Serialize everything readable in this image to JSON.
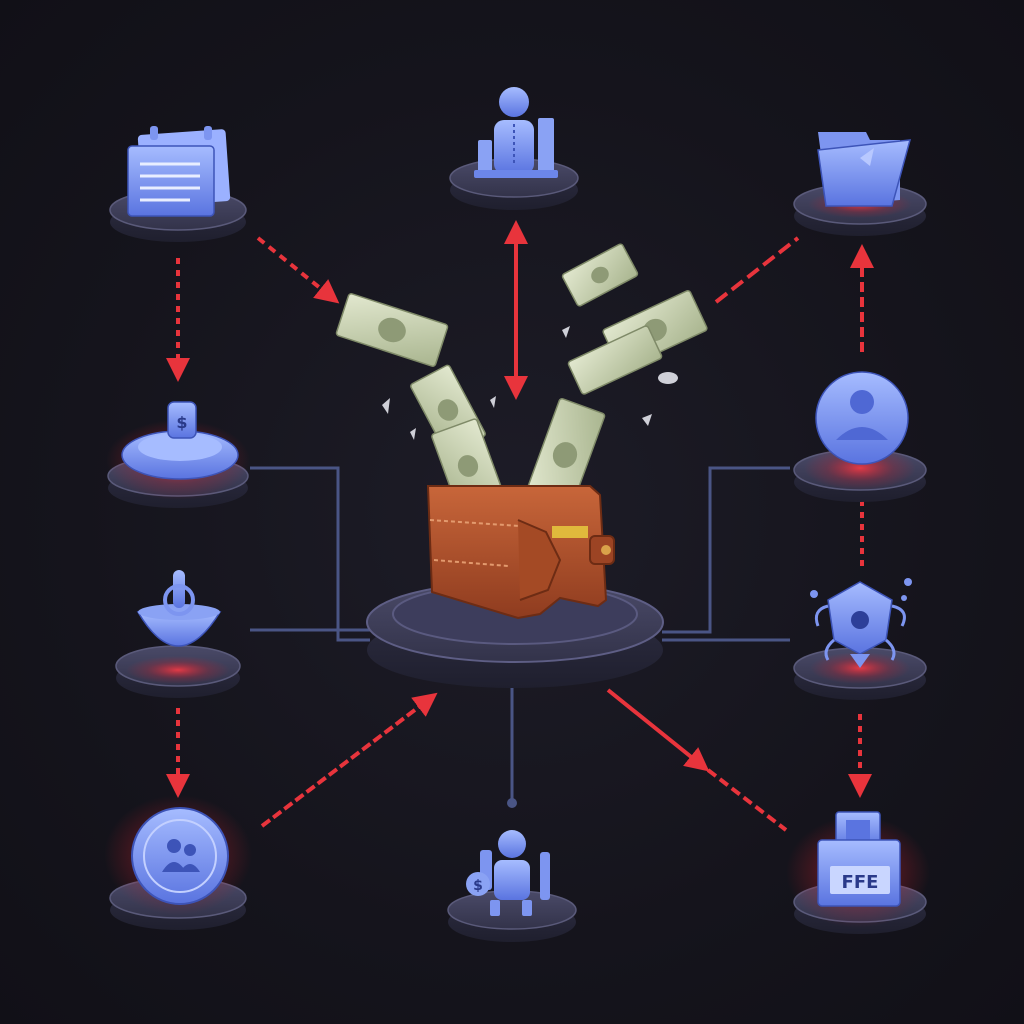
{
  "diagram": {
    "center": {
      "icon": "wallet-with-cash-icon"
    },
    "nodes": [
      {
        "id": "calendar",
        "icon": "calendar-icon",
        "glow": false
      },
      {
        "id": "person-with-chart",
        "icon": "person-chart-icon",
        "glow": false
      },
      {
        "id": "folder",
        "icon": "open-folder-icon",
        "glow": true
      },
      {
        "id": "coin-dish",
        "icon": "coin-dish-icon",
        "glow": true,
        "label": "$"
      },
      {
        "id": "user-globe",
        "icon": "user-globe-icon",
        "glow": true
      },
      {
        "id": "bowl",
        "icon": "bowl-icon",
        "glow": true
      },
      {
        "id": "gem-device",
        "icon": "gem-device-icon",
        "glow": true
      },
      {
        "id": "badge-coin",
        "icon": "badge-coin-icon",
        "glow": true
      },
      {
        "id": "person-money",
        "icon": "person-money-icon",
        "glow": false,
        "label": "$"
      },
      {
        "id": "fee-box",
        "icon": "fee-box-icon",
        "glow": true,
        "label": "FFE"
      }
    ],
    "colors": {
      "background": "#15141c",
      "accent_red": "#e8343c",
      "icon_blue": "#6f8ff0",
      "platform": "#3a3a55",
      "line_blue": "#4a5585",
      "wallet": "#b5532e",
      "cash": "#c9d3b0"
    }
  }
}
